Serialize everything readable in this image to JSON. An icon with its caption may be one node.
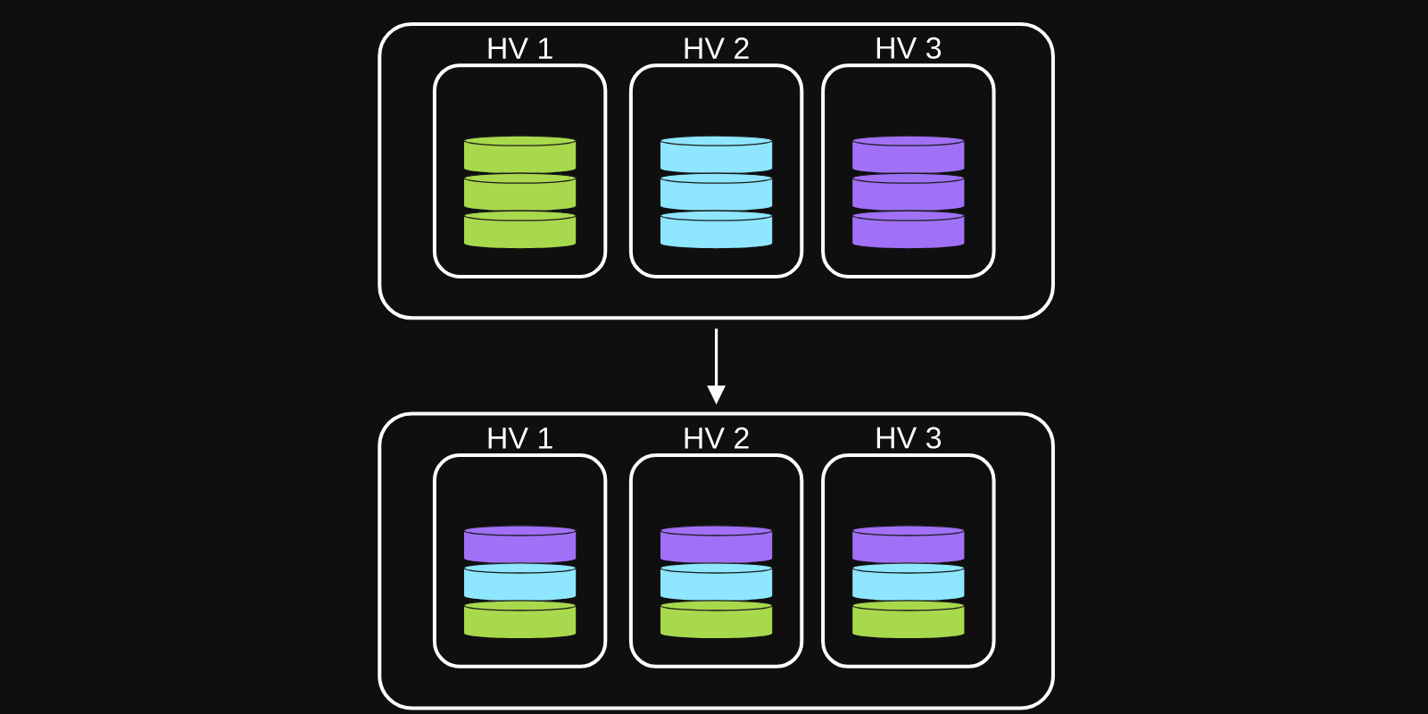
{
  "diagram": {
    "nodes": [
      {
        "text": [],
        "shape": "box"
      },
      {
        "text": [
          "HV 1"
        ],
        "in": 0
      },
      {
        "text": [
          "HV 2"
        ],
        "in": 0
      },
      {
        "text": [
          "HV 3"
        ],
        "in": 0
      },
      {
        "text": [],
        "shape": "box"
      },
      {
        "text": [
          "HV 1"
        ],
        "in": 4
      },
      {
        "text": [
          "HV 2"
        ],
        "in": 4
      },
      {
        "text": [
          "HV 3"
        ],
        "in": 4
      }
    ],
    "edges": [
      {
        "from": 0,
        "to": 4,
        "arrow": "to"
      }
    ]
  }
}
